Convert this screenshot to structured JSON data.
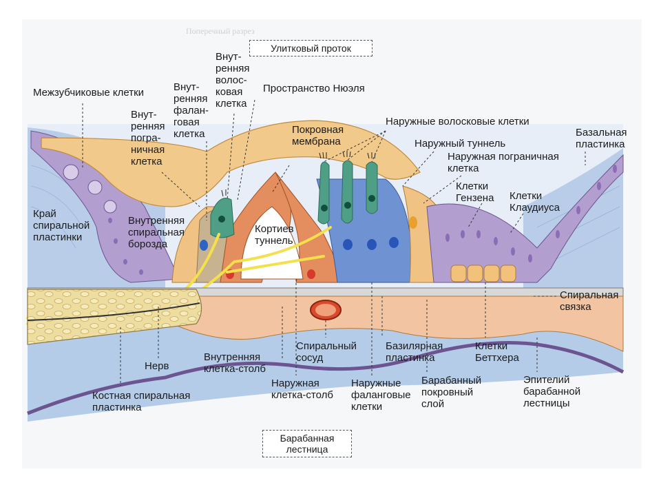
{
  "labels": {
    "cochlear_duct": "Улитковый проток",
    "interdental_cells": "Межзубчиковые клетки",
    "inner_border_cell": "Внут-\nренняя\nпогра-\nничная\nклетка",
    "inner_phalangeal_cell": "Внут-\nренняя\nфалан-\nговая\nклетка",
    "inner_hair_cell": "Внут-\nренняя\nволос-\nковая\nклетка",
    "nuel_space": "Пространство Нюэля",
    "tectorial_membrane": "Покровная\nмембрана",
    "outer_hair_cells": "Наружные волосковые клетки",
    "outer_tunnel": "Наружный туннель",
    "outer_border_cell": "Наружная пограничная\nклетка",
    "hensen_cells": "Клетки\nГензена",
    "claudius_cells": "Клетки\nКлаудиуса",
    "basal_lamina": "Базальная\nпластинка",
    "spiral_limbus_edge": "Край\nспиральной\nпластинки",
    "inner_spiral_sulcus": "Внутренняя\nспиральная\nборозда",
    "corti_tunnel": "Кортиев\nтуннель",
    "spiral_ligament": "Спиральная\nсвязка",
    "nerve": "Нерв",
    "inner_pillar_cell": "Внутренняя\nклетка-столб",
    "spiral_vessel": "Спиральный\nсосуд",
    "basilar_membrane": "Базилярная\nпластинка",
    "boettcher_cells": "Клетки\nБеттхера",
    "scala_tympani_epithelium": "Эпителий\nбарабанной\nлестницы",
    "osseous_spiral_lamina": "Костная спиральная\nпластинка",
    "outer_pillar_cell": "Наружная\nклетка-столб",
    "outer_phalangeal_cells": "Наружные\nфаланговые\nклетки",
    "tympanic_covering_layer": "Барабанный\nпокровный\nслой",
    "scala_tympani": "Барабанная\nлестница"
  },
  "colors": {
    "endolymph_blue": "#c9d9ee",
    "perilymph_blue": "#9fbde3",
    "tectorial": "#f1c98a",
    "epithelium_purple": "#b39fcf",
    "pillar_orange": "#e48d5e",
    "phalangeal_blue": "#6f93d2",
    "hair_cell_green": "#4f9e86",
    "basilar": "#f2c4a2",
    "bone": "#eedda0",
    "nerve_yellow": "#f4e04d",
    "vessel_red": "#d94a2b",
    "hensen_yellow": "#f3c27a"
  }
}
